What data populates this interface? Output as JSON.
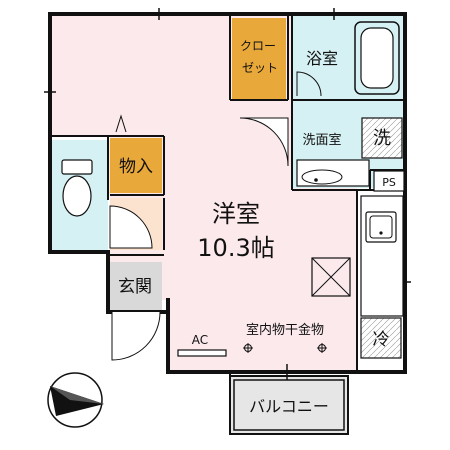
{
  "rooms": {
    "western": {
      "name": "洋室",
      "size": "10.3帖"
    },
    "closet": {
      "line1": "クロー",
      "line2": "ゼット"
    },
    "bath": {
      "name": "浴室"
    },
    "washroom": {
      "name": "洗面室"
    },
    "wash_mark": {
      "name": "洗"
    },
    "storage": {
      "name": "物入"
    },
    "entrance": {
      "name": "玄関"
    },
    "balcony": {
      "name": "バルコニー"
    },
    "fridge": {
      "name": "冷"
    }
  },
  "labels": {
    "ps": "PS",
    "ac": "AC",
    "drying": "室内物干金物"
  },
  "colors": {
    "wall": "#111111",
    "western_room": "#fbe9ec",
    "wet_area": "#d6f1f3",
    "closet": "#e9a93a",
    "entrance": "#d9d9d9",
    "balcony": "#e6e6e6",
    "floor_wood": "#fbe3cf"
  }
}
